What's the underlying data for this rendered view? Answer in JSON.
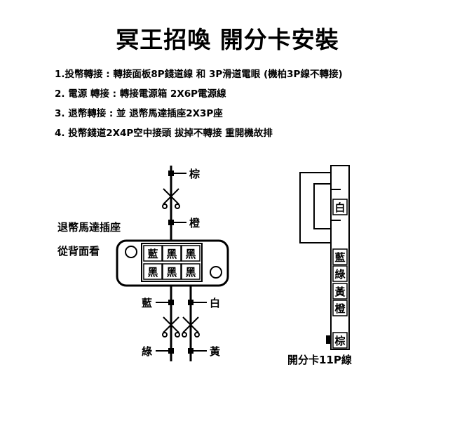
{
  "title": "冥王招喚 開分卡安裝",
  "instructions": [
    "1.投幣轉接 : 轉接面板8P錢道線 和 3P滑道電眼 (機柏3P線不轉接)",
    "2. 電源 轉接 : 轉接電源箱 2X6P電源線",
    "3. 退幣轉接 : 並 退幣馬達插座2X3P座",
    "4. 投幣錢道2X4P空中接頭 拔掉不轉接 重開機故排"
  ],
  "left_diagram": {
    "caption_line1": "退幣馬達插座",
    "caption_line2": "從背面看",
    "wire_top_brown": "棕",
    "wire_top_orange": "橙",
    "connector_row1": [
      "藍",
      "黑",
      "黑"
    ],
    "connector_row2": [
      "黑",
      "黑",
      "黑"
    ],
    "wire_blue": "藍",
    "wire_white": "白",
    "wire_green": "綠",
    "wire_yellow": "黃"
  },
  "right_diagram": {
    "cells": [
      "白",
      "藍",
      "綠",
      "黃",
      "橙",
      "棕"
    ],
    "caption": "開分卡11P線"
  }
}
